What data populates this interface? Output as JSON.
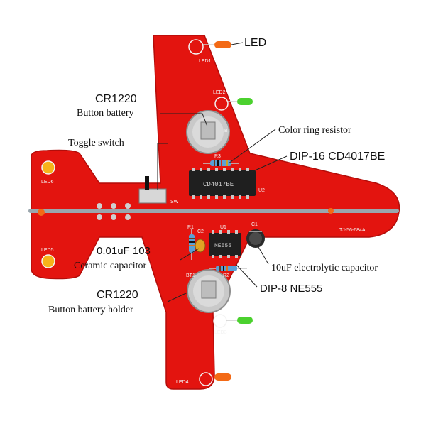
{
  "colors": {
    "pcb": "#e3140f",
    "pcb_edge": "#b30d0a",
    "rod": "#9aa6ad",
    "chip": "#1f1f1f",
    "battery": "#c9c9c9",
    "led_orange": "#f36a16",
    "led_green": "#4bd12e",
    "smd_yellow": "#f7b21a",
    "resistor": "#5aa0d6",
    "leader": "#222222"
  },
  "callouts": {
    "led": "LED",
    "cr1220_battery_title": "CR1220",
    "cr1220_battery_sub": "Button battery",
    "toggle_switch": "Toggle switch",
    "color_ring_resistor": "Color ring resistor",
    "dip16": "DIP-16 CD4017BE",
    "ceramic_cap_value": "0.01uF 103",
    "ceramic_cap_sub": "Ceramic capacitor",
    "electrolytic_cap": "10uF electrolytic capacitor",
    "dip8": "DIP-8 NE555",
    "cr1220_holder_title": "CR1220",
    "cr1220_holder_sub": "Button battery holder"
  },
  "silkscreen": {
    "led1": "LED1",
    "led2": "LED2",
    "led3": "LED3",
    "led4": "LED4",
    "led5": "LED5",
    "led6": "LED6",
    "bt1": "BT1",
    "bt2": "BT",
    "r1": "R1",
    "r2": "R2",
    "r3": "R3",
    "c1": "C1",
    "c2": "C2",
    "u1": "U1",
    "u2": "U2",
    "sw": "SW",
    "board_code": "TJ-56-684A"
  },
  "chips": {
    "cd4017_marking": "CD4017BE",
    "ne555_marking": "NE555"
  }
}
